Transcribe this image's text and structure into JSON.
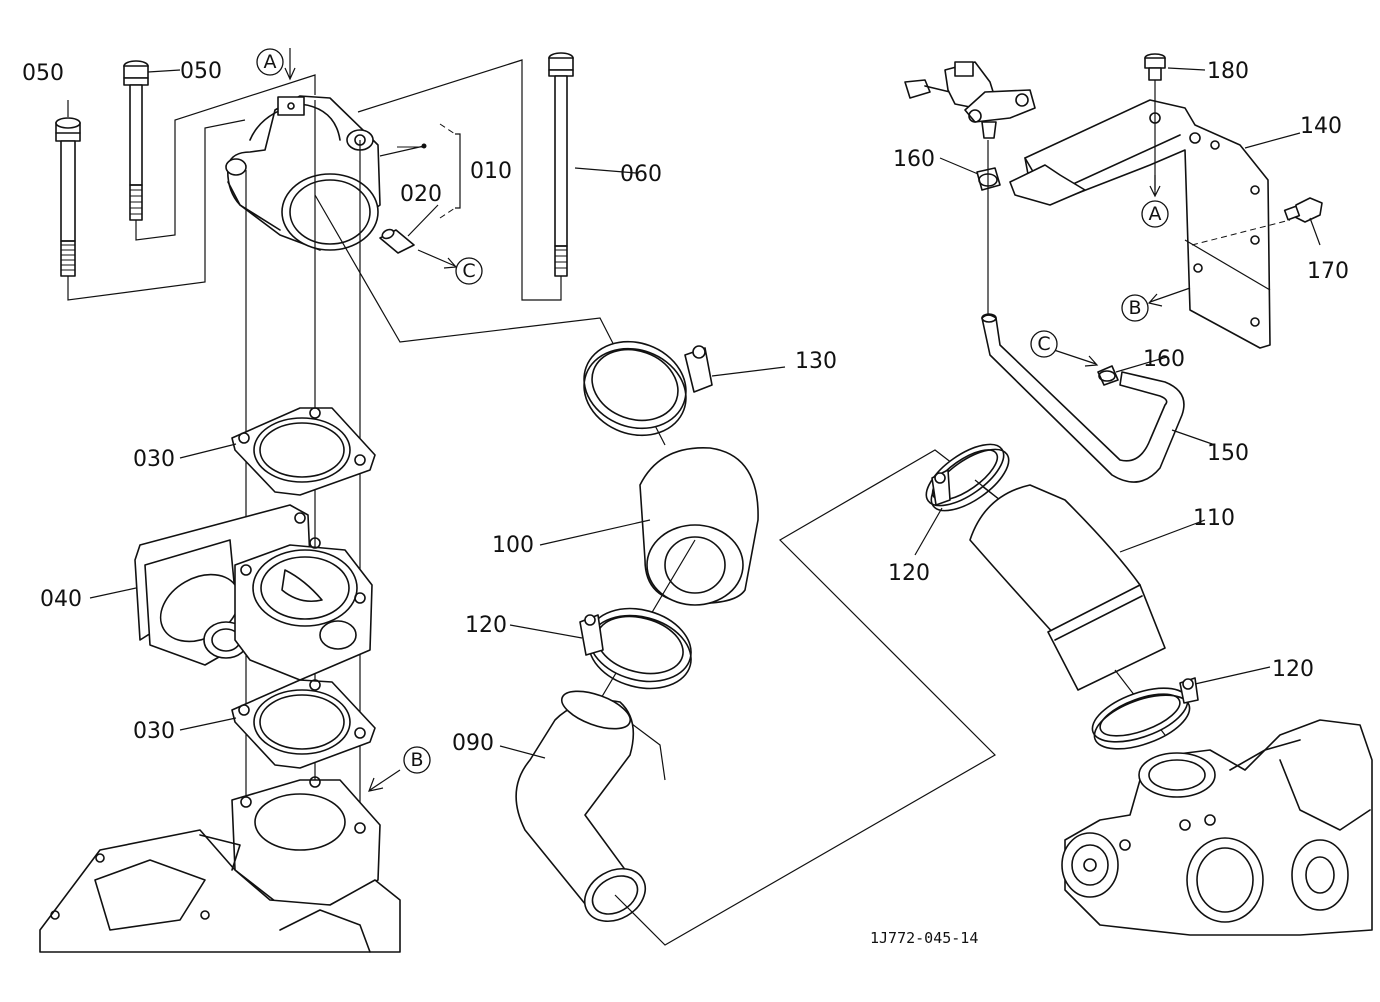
{
  "diagram": {
    "figure_code": "1J772-045-14",
    "part_labels": {
      "p010": "010",
      "p020": "020",
      "p030_upper": "030",
      "p030_lower": "030",
      "p040": "040",
      "p050_left": "050",
      "p050_right": "050",
      "p060": "060",
      "p090": "090",
      "p100": "100",
      "p110": "110",
      "p120_left": "120",
      "p120_mid": "120",
      "p120_right": "120",
      "p130": "130",
      "p140": "140",
      "p150": "150",
      "p160_upper": "160",
      "p160_lower": "160",
      "p170": "170",
      "p180": "180"
    },
    "reference_markers": {
      "a_top": "A",
      "a_bracket": "A",
      "b_bracket": "B",
      "b_manifold": "B",
      "c_pipe": "C",
      "c_hose": "C"
    }
  }
}
